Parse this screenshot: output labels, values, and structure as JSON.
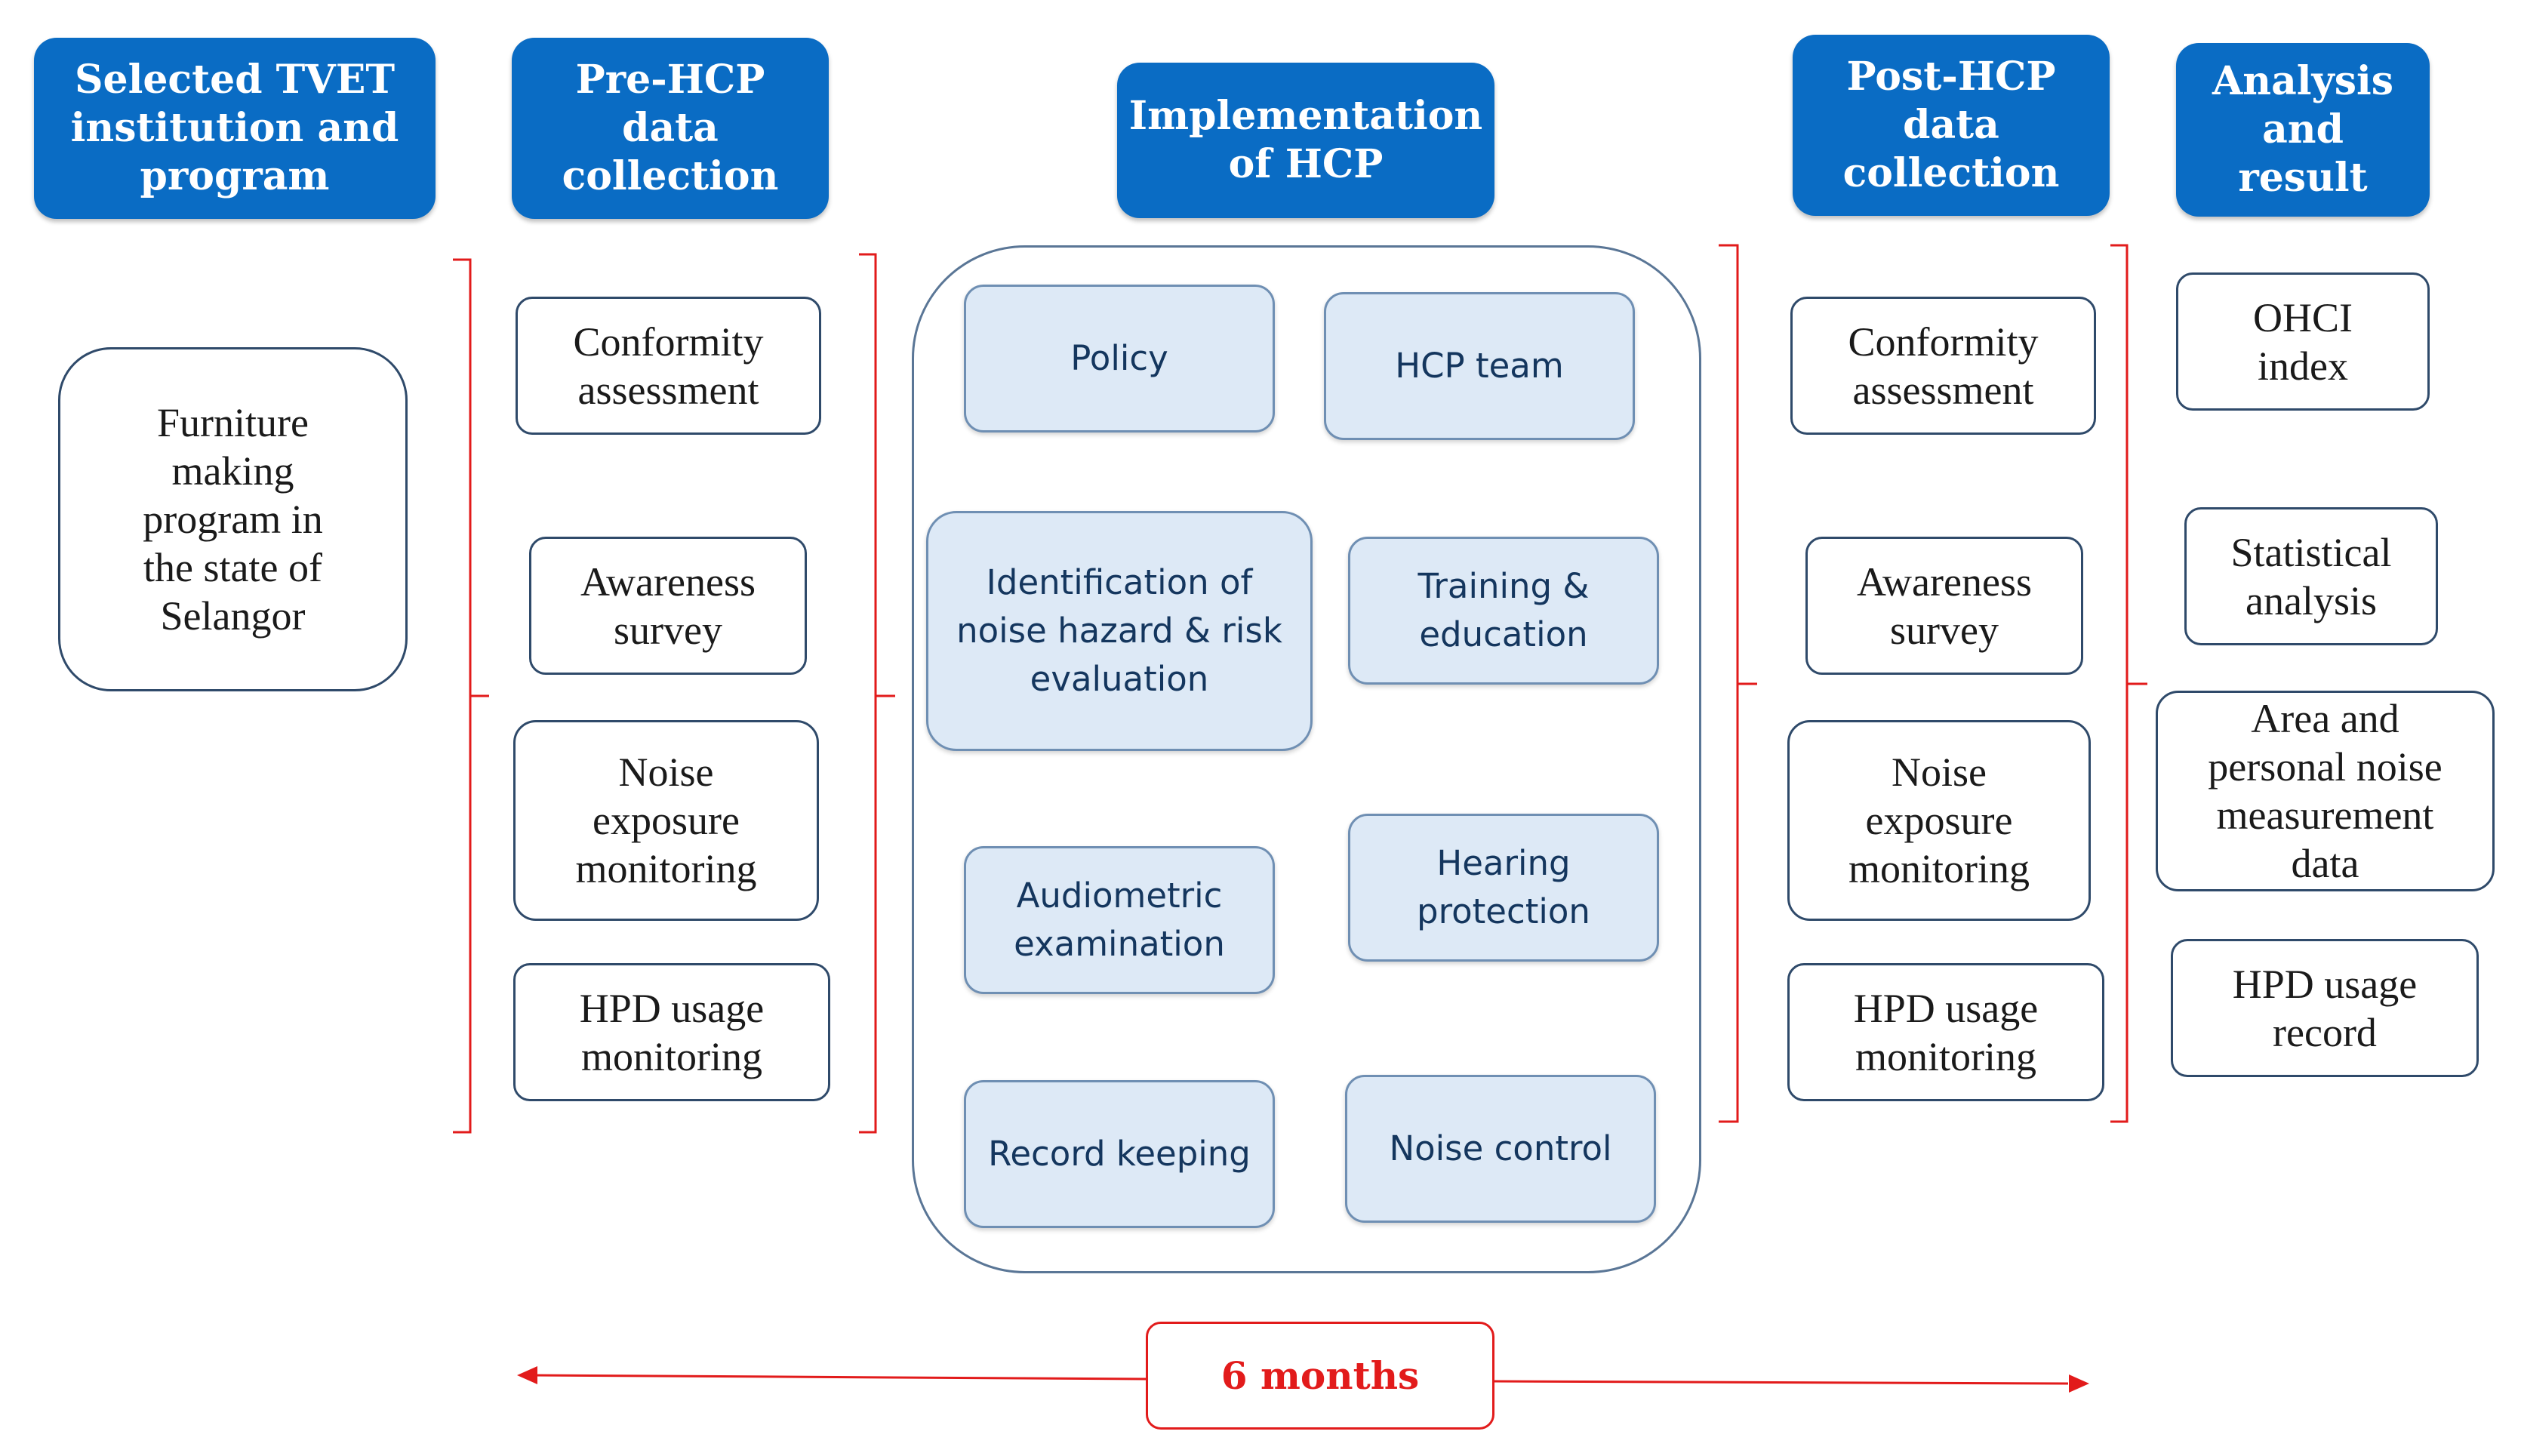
{
  "headers": {
    "selected": "Selected TVET\ninstitution and\nprogram",
    "pre": "Pre-HCP\ndata\ncollection",
    "impl": "Implementation\nof HCP",
    "post": "Post-HCP\ndata\ncollection",
    "analysis": "Analysis\nand\nresult"
  },
  "selected": {
    "program": "Furniture\nmaking\nprogram in\nthe state of\nSelangor"
  },
  "pre": {
    "conformity": "Conformity\nassessment",
    "awareness": "Awareness\nsurvey",
    "noise": "Noise\nexposure\nmonitoring",
    "hpd": "HPD usage\nmonitoring"
  },
  "impl": {
    "policy": "Policy",
    "team": "HCP team",
    "identification": "Identification of\nnoise hazard & risk\nevaluation",
    "training": "Training &\neducation",
    "audiometric": "Audiometric\nexamination",
    "hearing": "Hearing\nprotection",
    "record": "Record keeping",
    "control": "Noise control"
  },
  "post": {
    "conformity": "Conformity\nassessment",
    "awareness": "Awareness\nsurvey",
    "noise": "Noise\nexposure\nmonitoring",
    "hpd": "HPD usage\nmonitoring"
  },
  "analysis": {
    "ohci": "OHCI\nindex",
    "statistical": "Statistical\nanalysis",
    "area": "Area and\npersonal noise\nmeasurement\ndata",
    "hpd_record": "HPD usage\nrecord"
  },
  "duration": "6 months",
  "colors": {
    "header_fill": "#0a6cc4",
    "impl_fill": "#dde9f6",
    "bracket": "#e21b1b"
  }
}
